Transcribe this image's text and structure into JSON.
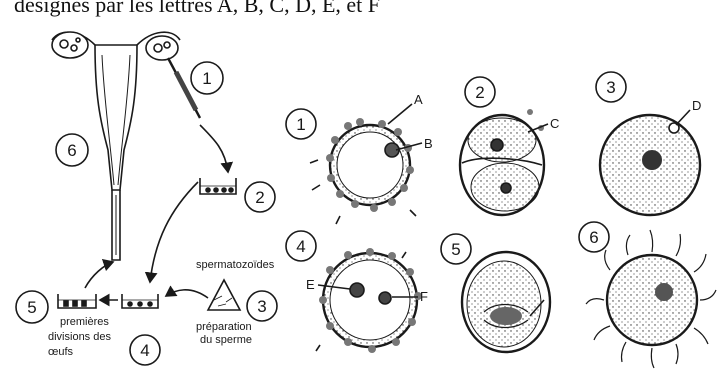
{
  "caption": "désignés par les lettres A, B, C, D, E, et F",
  "left": {
    "steps": [
      "1",
      "2",
      "3",
      "4",
      "5",
      "6"
    ],
    "labels": {
      "spermatozoides": "spermatozoïdes",
      "preparation_1": "préparation",
      "preparation_2": "du sperme",
      "divisions_1": "premières",
      "divisions_2": "divisions des",
      "divisions_3": "œufs"
    }
  },
  "right": {
    "stages": [
      "1",
      "2",
      "3",
      "4",
      "5",
      "6"
    ],
    "letters": [
      "A",
      "B",
      "C",
      "D",
      "E",
      "F"
    ]
  },
  "colors": {
    "ink": "#1a1a1a",
    "paper": "#ffffff"
  }
}
